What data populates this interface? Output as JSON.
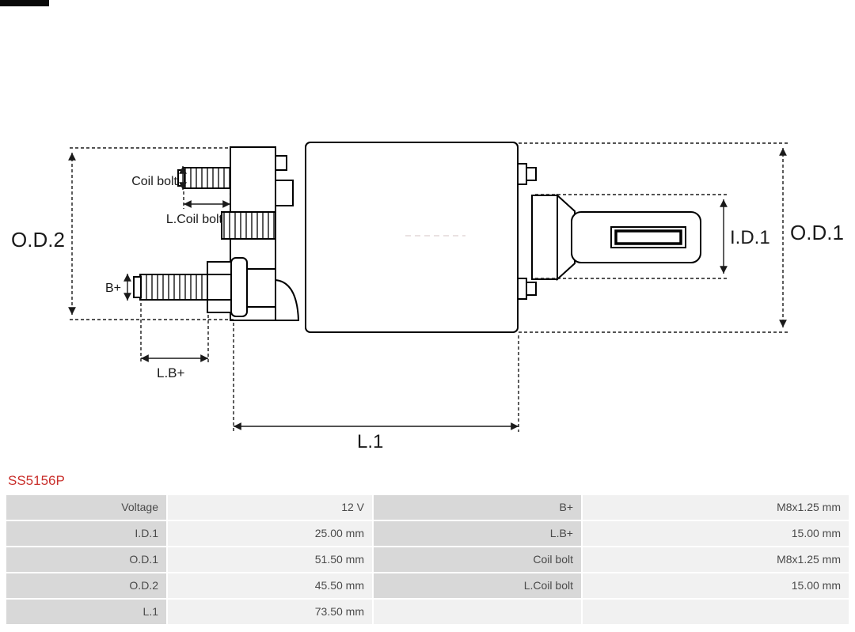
{
  "header": {
    "part_number": "SS5156P"
  },
  "colors": {
    "accent": "#c9302c",
    "table_label_bg": "#d8d8d8",
    "table_value_bg": "#f1f1f1"
  },
  "diagram": {
    "labels": {
      "od2": "O.D.2",
      "od1": "O.D.1",
      "id1": "I.D.1",
      "coil_bolt": "Coil bolt",
      "l_coil_bolt": "L.Coil bolt",
      "b_plus": "B+",
      "l_b_plus": "L.B+",
      "l1": "L.1"
    }
  },
  "table": {
    "rows": [
      {
        "label1": "Voltage",
        "value1": "12 V",
        "label2": "B+",
        "value2": "M8x1.25 mm"
      },
      {
        "label1": "I.D.1",
        "value1": "25.00 mm",
        "label2": "L.B+",
        "value2": "15.00 mm"
      },
      {
        "label1": "O.D.1",
        "value1": "51.50 mm",
        "label2": "Coil bolt",
        "value2": "M8x1.25 mm"
      },
      {
        "label1": "O.D.2",
        "value1": "45.50 mm",
        "label2": "L.Coil bolt",
        "value2": "15.00 mm"
      },
      {
        "label1": "L.1",
        "value1": "73.50 mm",
        "label2": "",
        "value2": ""
      }
    ]
  }
}
